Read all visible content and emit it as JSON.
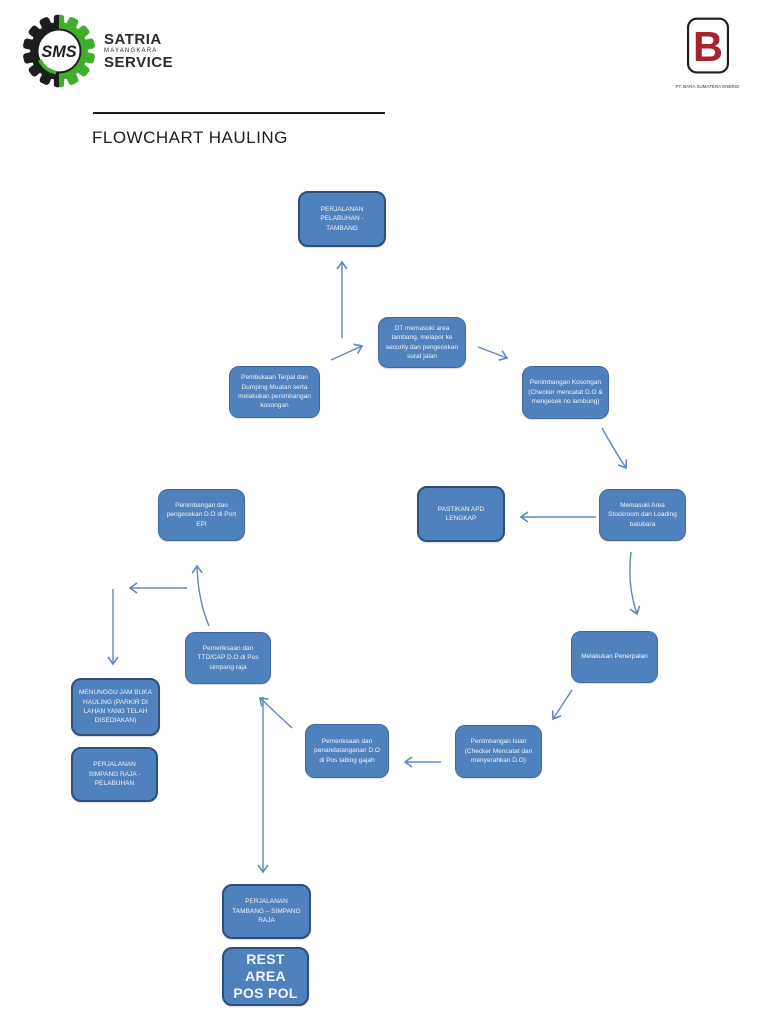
{
  "page": {
    "title": "FLOWCHART HAULING"
  },
  "logos": {
    "sms": {
      "abbr": "SMS",
      "name_line1": "SATRIA",
      "name_line2": "MAYANGKARA",
      "name_line3": "SERVICE",
      "green": "#3fae2a",
      "black": "#1d1d1b"
    },
    "bse": {
      "letter": "B",
      "caption": "PT. BARA SUMATERA ENERGI",
      "red": "#a8232d"
    }
  },
  "flowchart": {
    "colors": {
      "node_fill": "#4f81bd",
      "node_border": "#41699f",
      "accent_border": "#2d4f79",
      "arrow": "#5d87c3",
      "text": "#eef4fb"
    },
    "nodes": [
      {
        "name": "perjalanan-pelabuhan-tambang",
        "label": "PERJALANAN PELABUHAN - TAMBANG"
      },
      {
        "name": "dt-memasuki-area",
        "label": "DT memasuki area tambang, melapor ke security dan pengecekan surat jalan"
      },
      {
        "name": "penimbangan-kosongan",
        "label": "Penimbangan Kosongan (Checker mencatat D.O & mengecek no lambung)"
      },
      {
        "name": "memasuki-area-stockroom",
        "label": "Memasuki Area Stockroom dan Loading batubara"
      },
      {
        "name": "pastikan-apd-lengkap",
        "label": "PASTIKAN APD LENGKAP"
      },
      {
        "name": "melakukan-penerpalan",
        "label": "Melakukan Penerpalan"
      },
      {
        "name": "penimbangan-isian",
        "label": "Penimbangan Isian (Checker Mencatat dan menyerahkan D.O)"
      },
      {
        "name": "pemeriksaan-penandatanganan",
        "label": "Pemeriksaan dan penandatanganan D.O di Pos tabing gajah"
      },
      {
        "name": "pemeriksaan-ttd-cap",
        "label": "Pemeriksaan dan TTD/CAP D.O di Pos simpang raja"
      },
      {
        "name": "penimbangan-port-epi",
        "label": "Penimbangan dan pengecekan D.O di Port EPI"
      },
      {
        "name": "pembukaan-terpal",
        "label": "Pembukaan Terpal dan Dumping Muatan serta melakukan penimbangan kosongan"
      },
      {
        "name": "menunggu-jam-buka-hauling",
        "label": "MENUNGGU JAM BUKA HAULING (PARKIR DI LAHAN YANG TELAH DISEDIAKAN)"
      },
      {
        "name": "perjalanan-simpang-raja-pelabuhan",
        "label": "PERJALANAN SIMPANG RAJA - PELABUHAN"
      },
      {
        "name": "perjalanan-tambang-simpang-raja",
        "label": "PERJALANAN TAMBANG – SIMPANG RAJA"
      },
      {
        "name": "rest-area-pos-pol",
        "label": "REST AREA POS POL"
      }
    ]
  }
}
